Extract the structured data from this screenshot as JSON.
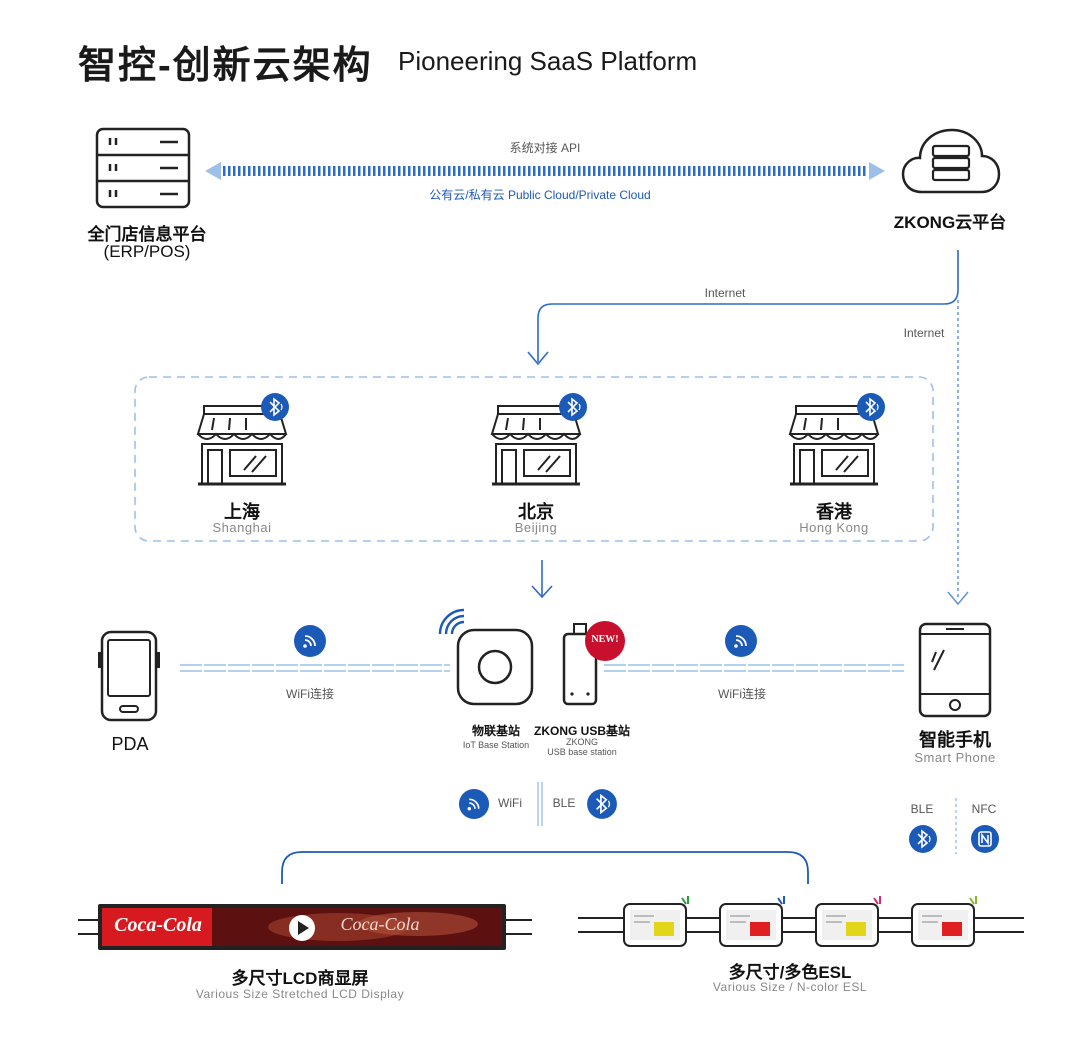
{
  "title": {
    "zh": "智控-创新云架构",
    "en": "Pioneering SaaS Platform"
  },
  "erp": {
    "line1": "全门店信息平台",
    "line2": "(ERP/POS)"
  },
  "cloud": {
    "label": "ZKONG云平台"
  },
  "api_link": {
    "top": "系统对接  API",
    "bottom": "公有云/私有云  Public Cloud/Private Cloud"
  },
  "internet": {
    "left": "Internet",
    "right": "Internet"
  },
  "stores": [
    {
      "zh": "上海",
      "en": "Shanghai"
    },
    {
      "zh": "北京",
      "en": "Beijing"
    },
    {
      "zh": "香港",
      "en": "Hong Kong"
    }
  ],
  "pda": {
    "label": "PDA",
    "link": "WiFi连接"
  },
  "iot": {
    "zh": "物联基站",
    "en": "IoT Base Station"
  },
  "usb": {
    "zh": "ZKONG USB基站",
    "en1": "ZKONG",
    "en2": "USB base station",
    "badge": "NEW!"
  },
  "phone": {
    "zh": "智能手机",
    "en": "Smart Phone",
    "link": "WiFi连接"
  },
  "radio": {
    "wifi": "WiFi",
    "ble": "BLE"
  },
  "phone_radio": {
    "ble": "BLE",
    "nfc": "NFC"
  },
  "lcd": {
    "zh": "多尺寸LCD商显屏",
    "en": "Various Size Stretched LCD Display",
    "brand1": "Coca-Cola",
    "brand2": "Coca-Cola"
  },
  "esl": {
    "zh": "多尺寸/多色ESL",
    "en": "Various Size / N-color ESL"
  },
  "colors": {
    "accent": "#1c5ab8",
    "badge": "#c8102e",
    "dash": "#9cc0ea"
  }
}
